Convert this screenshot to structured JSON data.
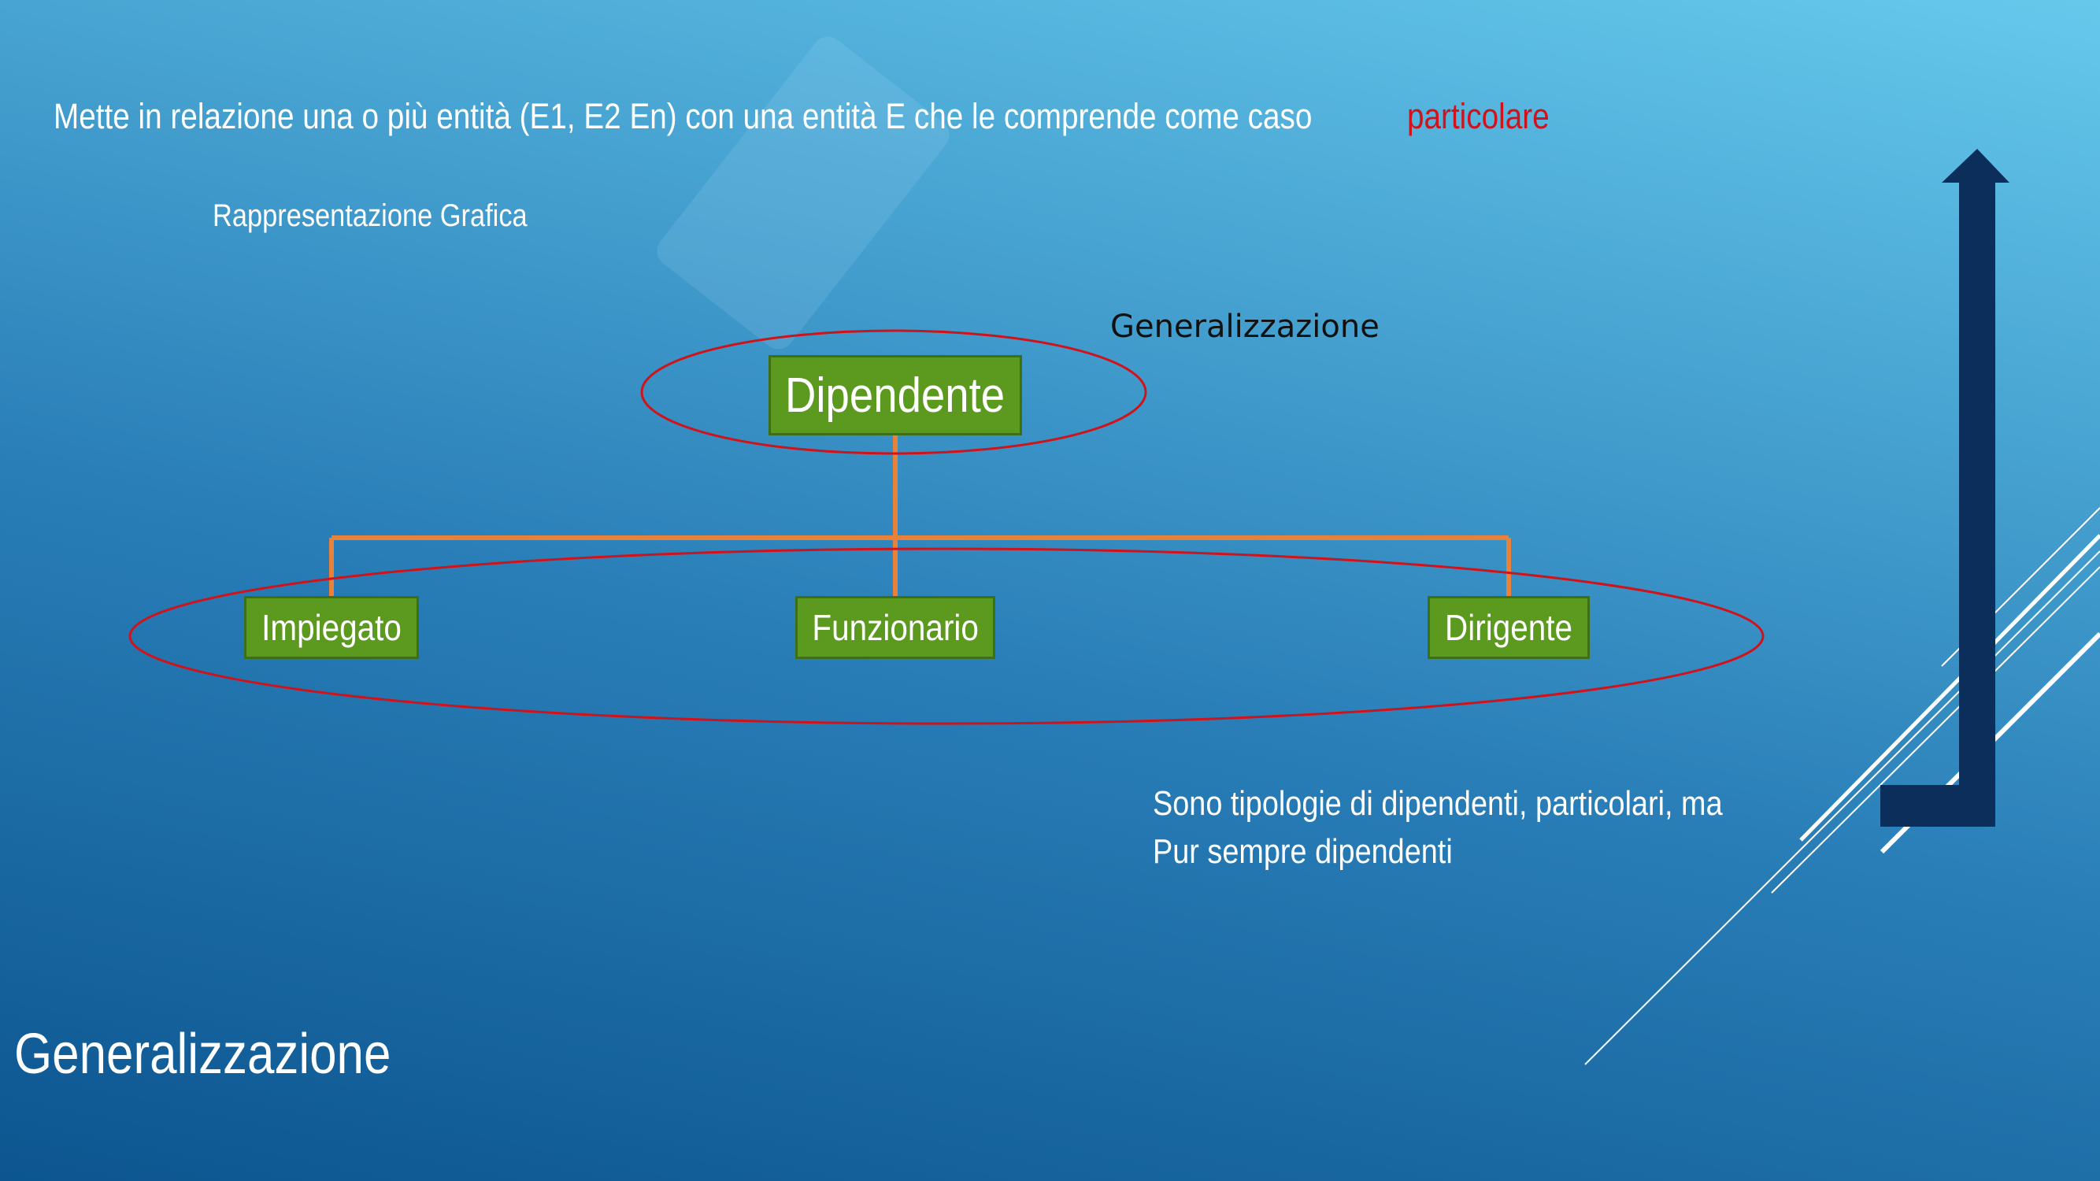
{
  "slide": {
    "title": "Generalizzazione",
    "intro_text": "Mette in relazione una o più entità (E1, E2 En) con una entità E che le comprende come caso",
    "intro_highlight": "particolare",
    "subtitle": "Rappresentazione Grafica",
    "relation_label": "Generalizzazione",
    "note_line1": "Sono tipologie di dipendenti, particolari, ma",
    "note_line2": "Pur sempre dipendenti"
  },
  "diagram": {
    "parent": "Dipendente",
    "children": [
      "Impiegato",
      "Funzionario",
      "Dirigente"
    ]
  },
  "colors": {
    "highlight": "#d0131a",
    "entity_fill": "#5c9a1f",
    "connector": "#e8823a",
    "ellipse": "#d0131a",
    "arrow": "#0b2e5a"
  }
}
